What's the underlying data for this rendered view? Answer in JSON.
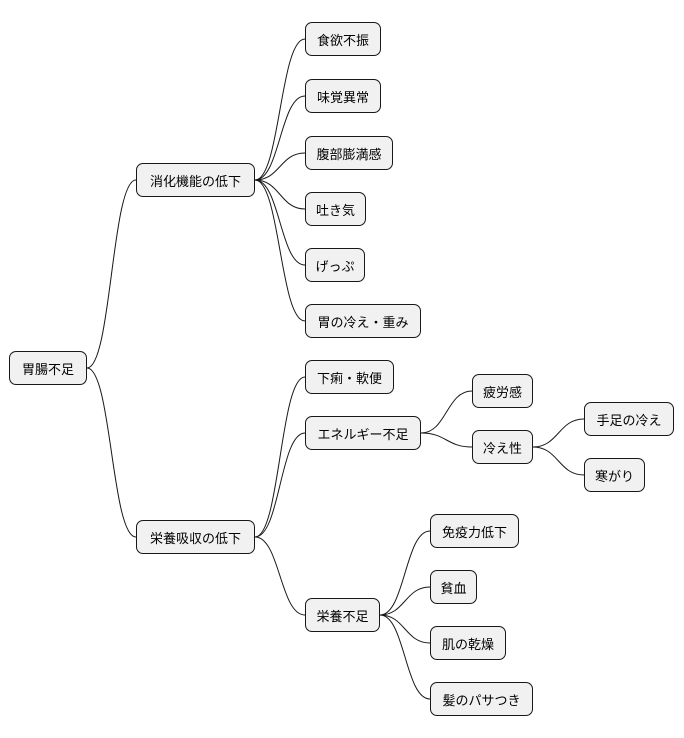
{
  "mindmap": {
    "root": "胃腸不足",
    "branches": [
      {
        "label": "消化機能の低下",
        "children": [
          {
            "label": "食欲不振"
          },
          {
            "label": "味覚異常"
          },
          {
            "label": "腹部膨満感"
          },
          {
            "label": "吐き気"
          },
          {
            "label": "げっぷ"
          },
          {
            "label": "胃の冷え・重み"
          }
        ]
      },
      {
        "label": "栄養吸収の低下",
        "children": [
          {
            "label": "下痢・軟便"
          },
          {
            "label": "エネルギー不足",
            "children": [
              {
                "label": "疲労感"
              },
              {
                "label": "冷え性",
                "children": [
                  {
                    "label": "手足の冷え"
                  },
                  {
                    "label": "寒がり"
                  }
                ]
              }
            ]
          },
          {
            "label": "栄養不足",
            "children": [
              {
                "label": "免疫力低下"
              },
              {
                "label": "貧血"
              },
              {
                "label": "肌の乾燥"
              },
              {
                "label": "髪のパサつき"
              }
            ]
          }
        ]
      }
    ]
  }
}
